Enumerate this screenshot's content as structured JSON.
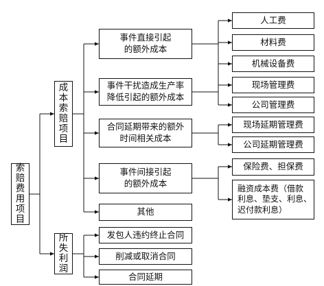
{
  "root": "索赔费用项目",
  "categories": [
    {
      "label": "成本索赔项目",
      "items": [
        {
          "label": "事件直接引起\n的额外成本",
          "details": [
            "人工费",
            "材料费",
            "机械设备费",
            "现场管理费",
            "公司管理费"
          ]
        },
        {
          "label": "事件干扰造成生产率\n降低引起的额外成本",
          "details": []
        },
        {
          "label": "合同延期带来的额外\n时间相关成本",
          "details": [
            "现场延期管理费",
            "公司延期管理费"
          ]
        },
        {
          "label": "事件间接引起\n的额外成本",
          "details": [
            "保险费、担保费",
            "融资成本费（借款\n利息、垫支、利息、\n迟付款利息）"
          ]
        },
        {
          "label": "其他",
          "details": []
        }
      ]
    },
    {
      "label": "所失利润",
      "items": [
        {
          "label": "发包人违约终止合同",
          "details": []
        },
        {
          "label": "削减或取消合同",
          "details": []
        },
        {
          "label": "合同延期",
          "details": []
        }
      ]
    }
  ],
  "colors": {
    "line": "#111111",
    "box_border": "#111111",
    "background": "#ffffff"
  }
}
